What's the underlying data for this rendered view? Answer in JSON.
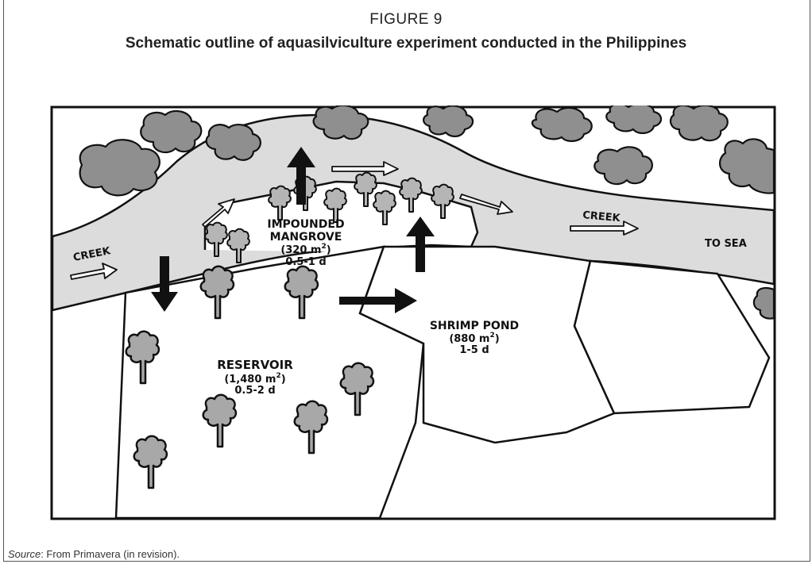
{
  "figure": {
    "label": "FIGURE 9",
    "title": "Schematic outline of aquasilviculture experiment conducted in the Philippines"
  },
  "diagram": {
    "creek_left": "CREEK",
    "creek_right": "CREEK",
    "to_sea": "TO SEA",
    "impounded": {
      "name1": "IMPOUNDED",
      "name2": "MANGROVE",
      "area": "(320 m",
      "sup": "2",
      "area_close": ")",
      "time": "0.5-1 d"
    },
    "reservoir": {
      "name": "RESERVOIR",
      "area": "(1,480 m",
      "sup": "2",
      "area_close": ")",
      "time": "0.5-2 d"
    },
    "shrimp": {
      "name": "SHRIMP POND",
      "area": "(880 m",
      "sup": "2",
      "area_close": ")",
      "time": "1-5 d"
    }
  },
  "source": {
    "prefix": "Source",
    "text": ": From Primavera (in revision)."
  }
}
